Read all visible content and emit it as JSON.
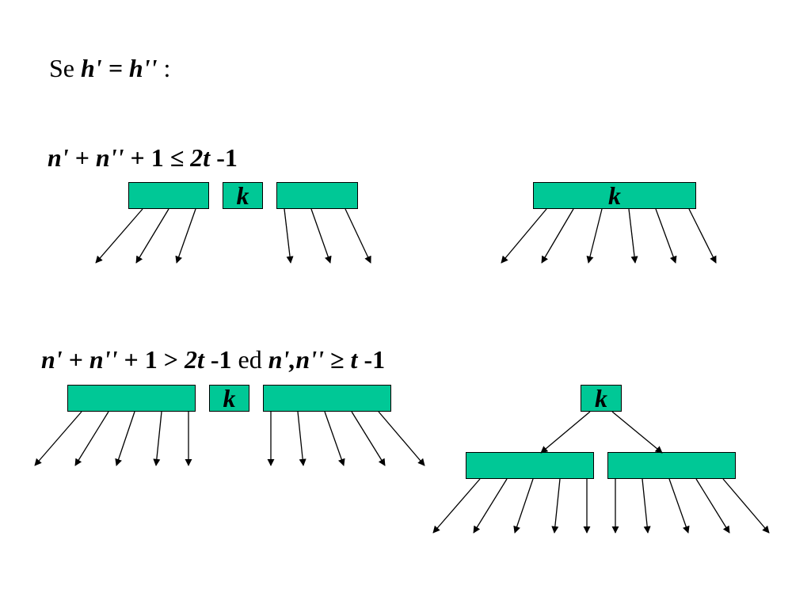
{
  "heading": {
    "prefix": "Se",
    "expr": "h' = h''",
    "suffix": ":"
  },
  "condition1": {
    "n1": "n'",
    "plus1": "+",
    "n2": "n''",
    "plus2": "+",
    "one": "1",
    "rel": "≤",
    "rhs": "2t",
    "minus": "-1"
  },
  "condition2": {
    "n1": "n'",
    "plus1": "+",
    "n2": "n''",
    "plus2": "+",
    "one": "1",
    "rel": ">",
    "rhs": "2t",
    "minus": "-1",
    "conj": "ed",
    "pair": "n',n''",
    "rel2": "≥",
    "t": "t",
    "minus2": "-1"
  },
  "key_label": "k",
  "colors": {
    "node_fill": "#00c896",
    "stroke": "#000000"
  }
}
